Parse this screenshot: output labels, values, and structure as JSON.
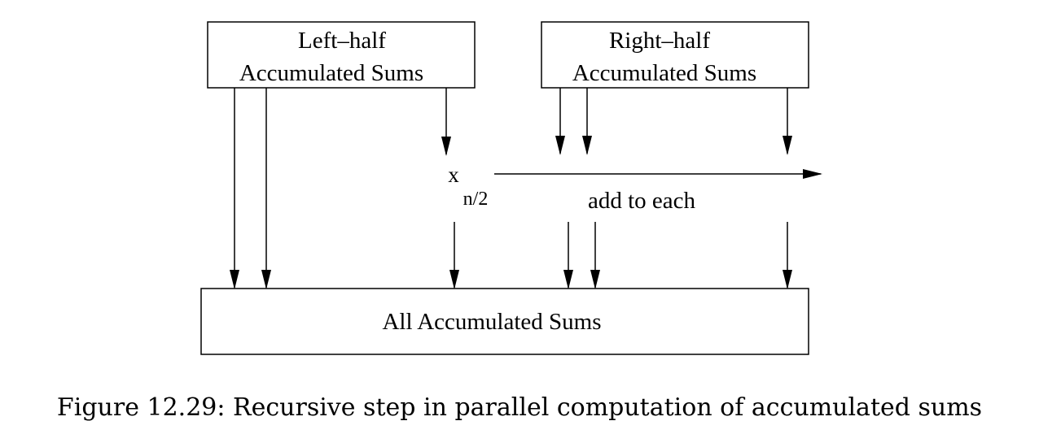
{
  "boxes": {
    "left_half": {
      "line1": "Left–half",
      "line2": "Accumulated Sums"
    },
    "right_half": {
      "line1": "Right–half",
      "line2": "Accumulated Sums"
    },
    "all": {
      "label": "All Accumulated Sums"
    }
  },
  "midpoint": {
    "symbol": "x",
    "subscript": "n/2"
  },
  "add_label": "add to each",
  "caption": "Figure 12.29: Recursive step in parallel computation of accumulated sums"
}
